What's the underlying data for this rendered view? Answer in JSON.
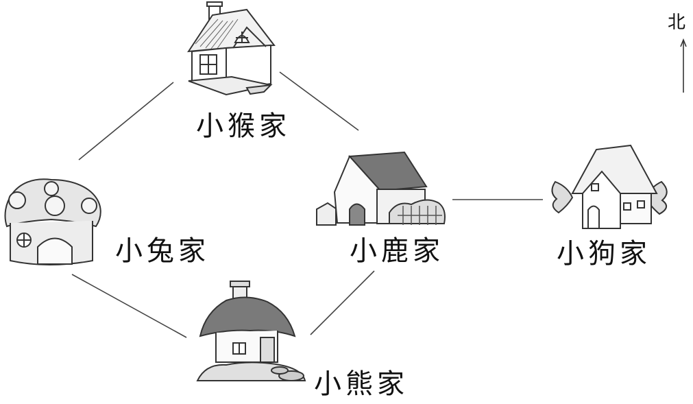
{
  "labels": {
    "monkey": "小猴家",
    "rabbit": "小兔家",
    "deer": "小鹿家",
    "dog": "小狗家",
    "bear": "小熊家"
  },
  "compass": {
    "north": "北"
  },
  "colors": {
    "line": "#444444",
    "roof_dark": "#7a7a7a",
    "outline": "#333333",
    "fill_light": "#e8e8e8"
  }
}
